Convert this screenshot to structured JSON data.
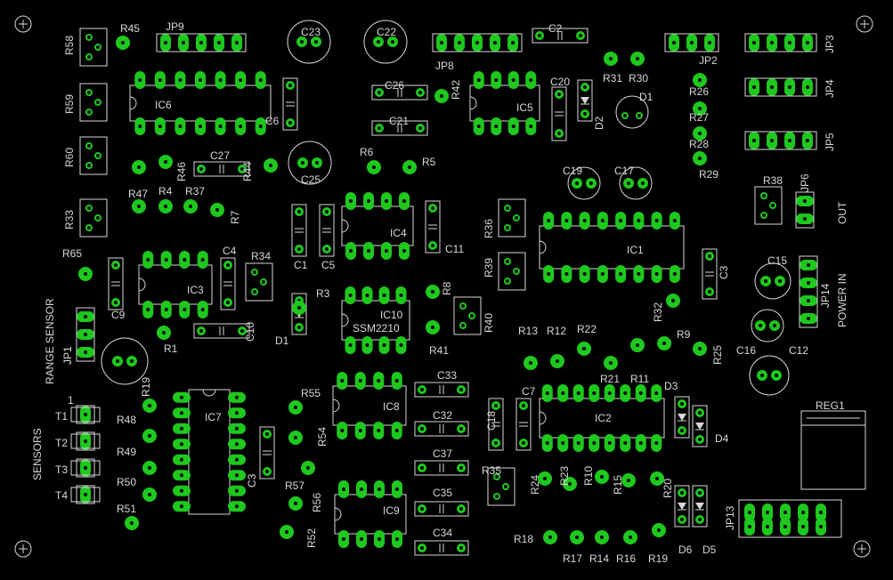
{
  "colors": {
    "background": "#000000",
    "silkscreen": "#d8d8d8",
    "pad": "#1ec81e",
    "pad_hole": "#000000"
  },
  "labels": {
    "R58": "R58",
    "R45": "R45",
    "JP9": "JP9",
    "C23": "C23",
    "C22": "C22",
    "C2": "C2",
    "JP3": "JP3",
    "JP8": "JP8",
    "R42": "R42",
    "R31": "R31",
    "R30": "R30",
    "JP2": "JP2",
    "JP4": "JP4",
    "JP5": "JP5",
    "R59": "R59",
    "IC6": "IC6",
    "C6": "C6",
    "C26": "C26",
    "IC5": "IC5",
    "C20": "C20",
    "D1": "D1",
    "D2": "D2",
    "R26": "R26",
    "R27": "R27",
    "R28": "R28",
    "R29": "R29",
    "R60": "R60",
    "C21": "C21",
    "C27": "C27",
    "R46": "R46",
    "R44": "R44",
    "C25": "C25",
    "R6": "R6",
    "R5": "R5",
    "C19": "C19",
    "C17": "C17",
    "R38": "R38",
    "JP6": "JP6",
    "OUT": "OUT",
    "R47": "R47",
    "R4": "R4",
    "R37": "R37",
    "R7": "R7",
    "R33": "R33",
    "IC4": "IC4",
    "R36": "R36",
    "IC1": "IC1",
    "C1": "C1",
    "C5": "C5",
    "C11": "C11",
    "R65": "R65",
    "C4": "C4",
    "R34": "R34",
    "IC3": "IC3",
    "R39": "R39",
    "C3": "C3",
    "C15": "C15",
    "RANGE_SENSOR": "RANGE SENSOR",
    "JP14": "JP14",
    "POWER_IN": "POWER IN",
    "C9": "C9",
    "R3": "R3",
    "R8": "R8",
    "IC10": "IC10",
    "SSM2210": "SSM2210",
    "R40": "R40",
    "R32": "R32",
    "C10": "C10",
    "D1b": "D1",
    "R41": "R41",
    "JP1": "JP1",
    "R1": "R1",
    "R13": "R13",
    "R12": "R12",
    "R22": "R22",
    "R9": "R9",
    "R25": "R25",
    "C16": "C16",
    "C12": "C12",
    "R21": "R21",
    "R11": "R11",
    "R19": "R19",
    "C33": "C33",
    "C7": "C7",
    "D3": "D3",
    "REG1": "REG1",
    "R55": "R55",
    "IC7": "IC7",
    "IC8": "IC8",
    "R48": "R48",
    "C32": "C32",
    "C18": "C18",
    "IC2": "IC2",
    "D4": "D4",
    "SENSORS": "SENSORS",
    "T1": "T1",
    "T2": "T2",
    "T3": "T3",
    "T4": "T4",
    "one": "1",
    "R49": "R49",
    "R54": "R54",
    "C37": "C37",
    "R35": "R35",
    "R24": "R24",
    "R23": "R23",
    "R10": "R10",
    "R15": "R15",
    "R20": "R20",
    "R50": "R50",
    "R57": "R57",
    "C35": "C35",
    "R56": "R56",
    "IC9": "IC9",
    "R51": "R51",
    "C34": "C34",
    "R52": "R52",
    "R18": "R18",
    "R17": "R17",
    "R14": "R14",
    "R16": "R16",
    "R19b": "R19",
    "D6": "D6",
    "D5": "D5",
    "JP13": "JP13"
  }
}
